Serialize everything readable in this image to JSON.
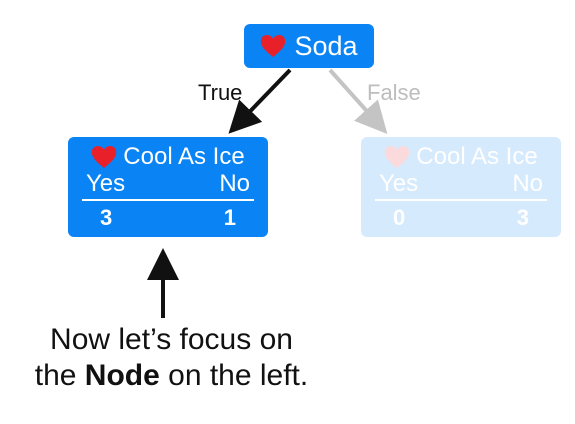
{
  "root": {
    "label": "Soda"
  },
  "edges": {
    "true_label": "True",
    "false_label": "False"
  },
  "left_leaf": {
    "title": "Cool As Ice",
    "yes_label": "Yes",
    "no_label": "No",
    "yes_count": "3",
    "no_count": "1"
  },
  "right_leaf": {
    "title": "Cool As Ice",
    "yes_label": "Yes",
    "no_label": "No",
    "yes_count": "0",
    "no_count": "3"
  },
  "caption": {
    "line1": "Now let’s focus on",
    "line2_pre": "the ",
    "line2_bold": "Node",
    "line2_post": " on the left."
  },
  "colors": {
    "node": "#0a84f5",
    "heart": "#e8202a",
    "true_arrow": "#111111",
    "false_arrow": "#c4c4c4"
  }
}
